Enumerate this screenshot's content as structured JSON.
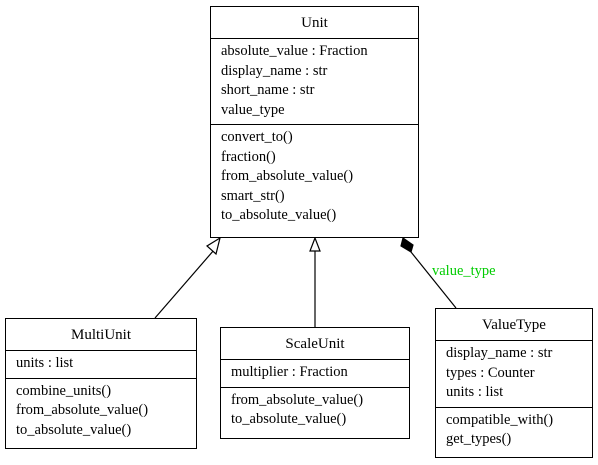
{
  "colors": {
    "edge_label": "#00cc00",
    "line": "#000000"
  },
  "classes": {
    "unit": {
      "name": "Unit",
      "attributes": [
        "absolute_value : Fraction",
        "display_name : str",
        "short_name : str",
        "value_type"
      ],
      "methods": [
        "convert_to()",
        "fraction()",
        "from_absolute_value()",
        "smart_str()",
        "to_absolute_value()"
      ]
    },
    "multiunit": {
      "name": "MultiUnit",
      "attributes": [
        "units : list"
      ],
      "methods": [
        "combine_units()",
        "from_absolute_value()",
        "to_absolute_value()"
      ]
    },
    "scaleunit": {
      "name": "ScaleUnit",
      "attributes": [
        "multiplier : Fraction"
      ],
      "methods": [
        "from_absolute_value()",
        "to_absolute_value()"
      ]
    },
    "valuetype": {
      "name": "ValueType",
      "attributes": [
        "display_name : str",
        "types : Counter",
        "units : list"
      ],
      "methods": [
        "compatible_with()",
        "get_types()"
      ]
    }
  },
  "edges": [
    {
      "from": "multiunit",
      "to": "unit",
      "kind": "inheritance"
    },
    {
      "from": "scaleunit",
      "to": "unit",
      "kind": "inheritance"
    },
    {
      "from": "valuetype",
      "to": "unit",
      "kind": "composition",
      "label": "value_type"
    }
  ]
}
